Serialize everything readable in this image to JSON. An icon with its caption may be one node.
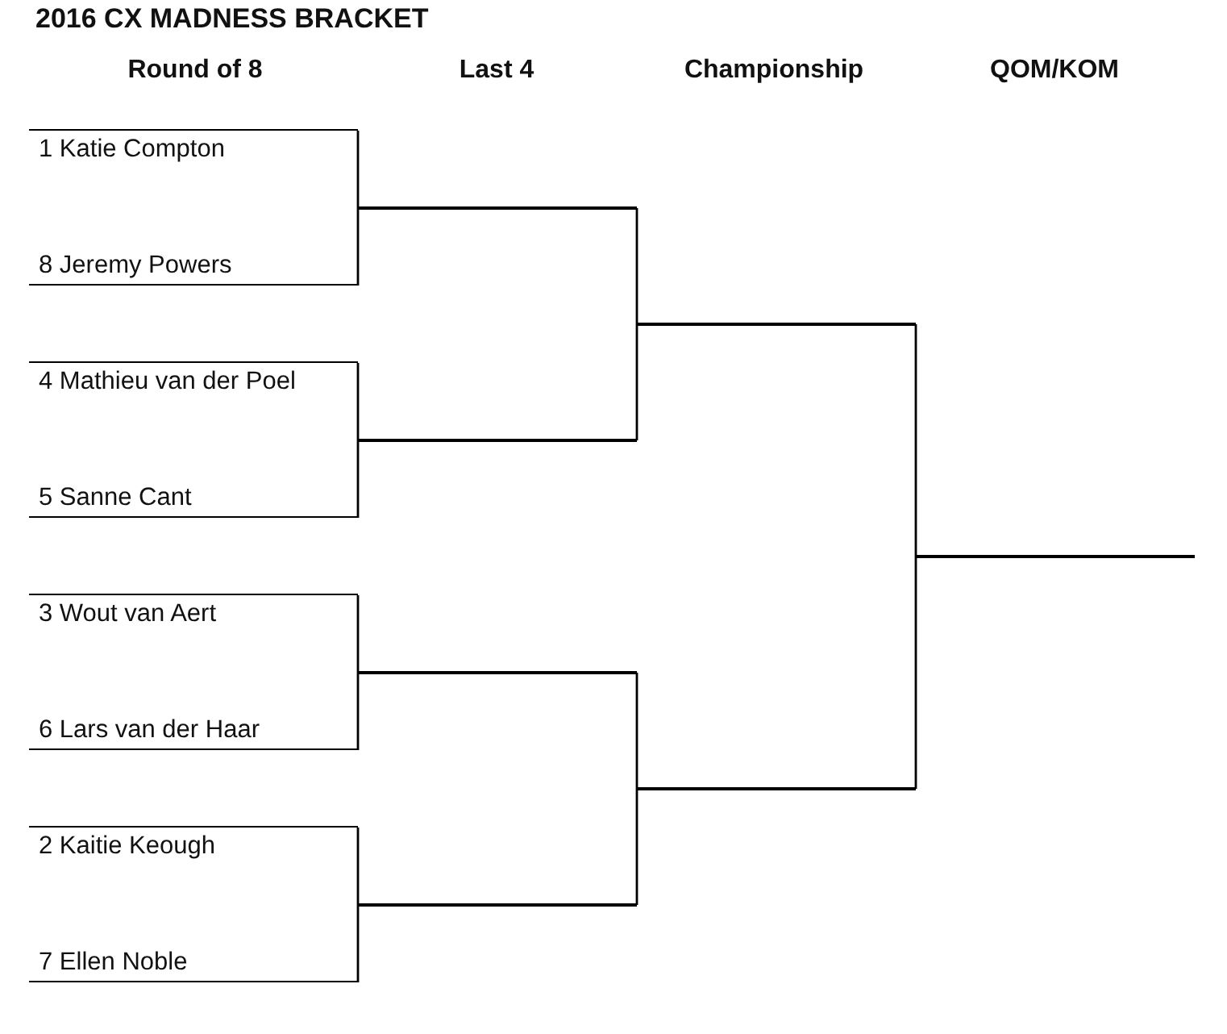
{
  "diagram": {
    "title": "2016 CX MADNESS BRACKET",
    "nodes": [
      {
        "text": [
          "1 Katie Compton"
        ]
      },
      {
        "text": [
          "8 Jeremy Powers"
        ]
      },
      {
        "text": [
          "4 Mathieu van der Poel"
        ]
      },
      {
        "text": [
          "5 Sanne Cant"
        ]
      },
      {
        "text": [
          "3 Wout van Aert"
        ]
      },
      {
        "text": [
          "6 Lars van der Haar"
        ]
      },
      {
        "text": [
          "2 Kaitie Keough"
        ]
      },
      {
        "text": [
          "7 Ellen Noble"
        ]
      },
      {
        "text": [],
        "shape": "line"
      },
      {
        "text": [],
        "shape": "line"
      },
      {
        "text": [],
        "shape": "line"
      },
      {
        "text": [],
        "shape": "line"
      },
      {
        "text": [],
        "shape": "line"
      },
      {
        "text": [],
        "shape": "line"
      },
      {
        "text": [],
        "shape": "line"
      }
    ],
    "edges": [
      {
        "from": 0,
        "to": 8,
        "arrow": "none"
      },
      {
        "from": 1,
        "to": 8,
        "arrow": "none"
      },
      {
        "from": 2,
        "to": 9,
        "arrow": "none"
      },
      {
        "from": 3,
        "to": 9,
        "arrow": "none"
      },
      {
        "from": 4,
        "to": 10,
        "arrow": "none"
      },
      {
        "from": 5,
        "to": 10,
        "arrow": "none"
      },
      {
        "from": 6,
        "to": 11,
        "arrow": "none"
      },
      {
        "from": 7,
        "to": 11,
        "arrow": "none"
      },
      {
        "from": 8,
        "to": 12,
        "arrow": "none"
      },
      {
        "from": 9,
        "to": 12,
        "arrow": "none"
      },
      {
        "from": 10,
        "to": 13,
        "arrow": "none"
      },
      {
        "from": 11,
        "to": 13,
        "arrow": "none"
      },
      {
        "from": 12,
        "to": 14,
        "arrow": "none"
      },
      {
        "from": 13,
        "to": 14,
        "arrow": "none"
      }
    ],
    "labels": [
      "Round of 8",
      "Last 4",
      "Championship",
      "QOM/KOM"
    ]
  }
}
